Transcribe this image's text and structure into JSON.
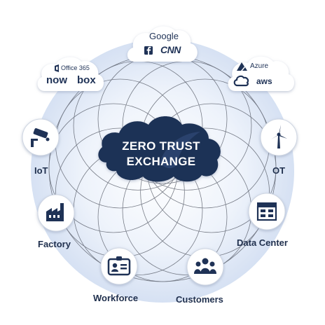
{
  "center": {
    "line1": "ZERO TRUST",
    "line2": "EXCHANGE"
  },
  "clouds": {
    "saas_top": {
      "brand1": "Google",
      "brand2": "CNN",
      "icon1": "facebook-icon"
    },
    "saas_left": {
      "brand1": "Office 365",
      "brand2": "now",
      "brand3": "box",
      "icon1": "office-icon"
    },
    "cloud_right": {
      "brand1": "Azure",
      "brand2": "aws",
      "icon1": "azure-icon",
      "icon2": "gcp-icon"
    }
  },
  "nodes": {
    "iot": {
      "label": "IoT",
      "icon": "security-camera-icon"
    },
    "ot": {
      "label": "OT",
      "icon": "wind-turbine-icon"
    },
    "factory": {
      "label": "Factory",
      "icon": "factory-icon"
    },
    "datacenter": {
      "label": "Data Center",
      "icon": "data-center-icon"
    },
    "workforce": {
      "label": "Workforce",
      "icon": "id-badge-icon"
    },
    "customers": {
      "label": "Customers",
      "icon": "people-icon"
    }
  },
  "colors": {
    "navy": "#1f3256",
    "halo": "#dfe8f7",
    "ring": "#5a5f6a",
    "node_fill": "#ffffff",
    "node_stroke": "#cfd6e2"
  }
}
